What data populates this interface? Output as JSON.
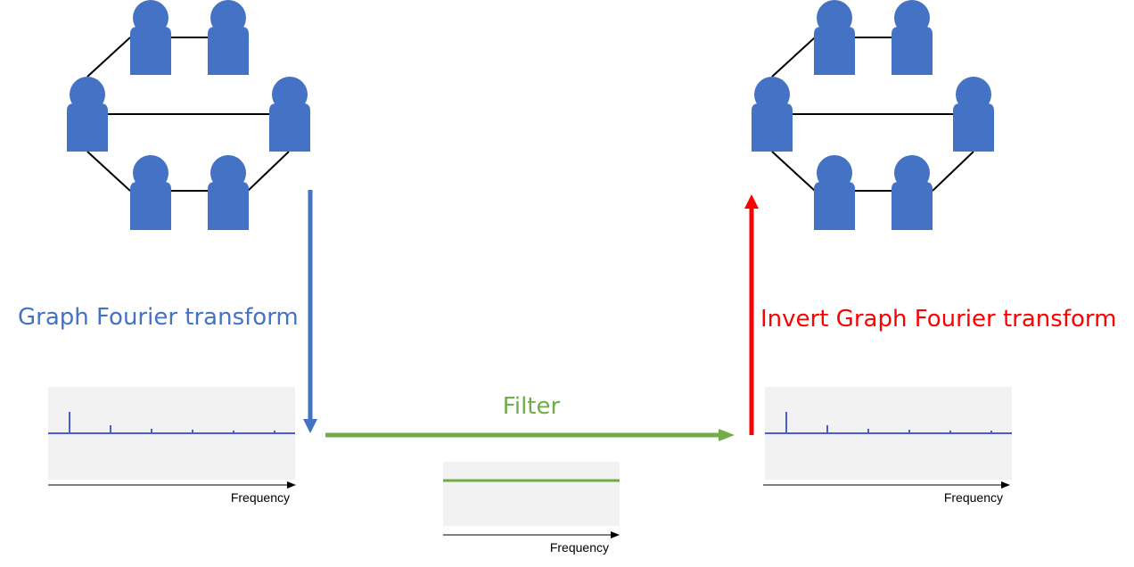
{
  "labels": {
    "forward_transform": "Graph Fourier transform",
    "inverse_transform": "Invert Graph Fourier transform",
    "filter": "Filter"
  },
  "panels": {
    "input_spectrum": {
      "x_axis_label": "Frequency"
    },
    "filter_response": {
      "x_axis_label": "Frequency"
    },
    "output_spectrum": {
      "x_axis_label": "Frequency"
    }
  },
  "colors": {
    "node_fill": "#4472C4",
    "edge": "#000000",
    "forward_arrow": "#4472C4",
    "filter_arrow": "#70AD47",
    "inverse_arrow": "#FF0000",
    "spectrum_line": "#4B5BD6",
    "filter_line": "#70AD47",
    "panel_bg": "#F2F2F2"
  },
  "icons": {
    "graph_node": "person-icon"
  }
}
